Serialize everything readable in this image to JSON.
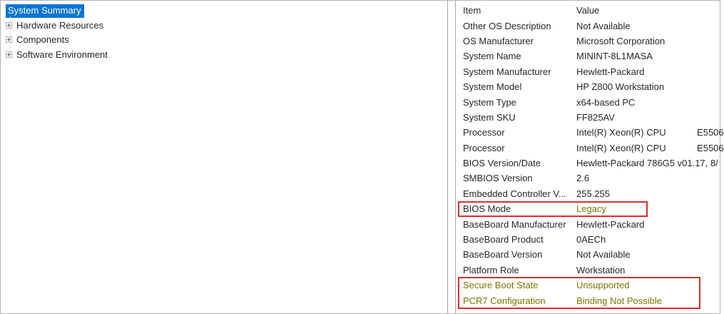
{
  "colors": {
    "selection_blue": "#0b74d4",
    "highlight_olive": "#7d7400",
    "annotation_red": "#d0342c",
    "pane_border_gray": "#a8a8a8"
  },
  "tree": {
    "selected_item": "System Summary",
    "items": [
      {
        "label": "Hardware Resources",
        "expand_icon": "plus-expand-icon"
      },
      {
        "label": "Components",
        "expand_icon": "plus-expand-icon"
      },
      {
        "label": "Software Environment",
        "expand_icon": "plus-expand-icon"
      }
    ]
  },
  "list": {
    "columns": [
      "Item",
      "Value"
    ],
    "rows": [
      {
        "item": "Other OS Description",
        "value": "Not Available"
      },
      {
        "item": "OS Manufacturer",
        "value": "Microsoft Corporation"
      },
      {
        "item": "System Name",
        "value": "MININT-8L1MASA"
      },
      {
        "item": "System Manufacturer",
        "value": "Hewlett-Packard"
      },
      {
        "item": "System Model",
        "value": "HP Z800 Workstation"
      },
      {
        "item": "System Type",
        "value": "x64-based PC"
      },
      {
        "item": "System SKU",
        "value": "FF825AV"
      },
      {
        "item": "Processor",
        "value": "Intel(R) Xeon(R) CPU            E5506"
      },
      {
        "item": "Processor",
        "value": "Intel(R) Xeon(R) CPU            E5506"
      },
      {
        "item": "BIOS Version/Date",
        "value": "Hewlett-Packard 786G5 v01.17, 8/"
      },
      {
        "item": "SMBIOS Version",
        "value": "2.6"
      },
      {
        "item": "Embedded Controller V...",
        "value": "255.255"
      },
      {
        "item": "BIOS Mode",
        "value": "Legacy",
        "value_highlighted": true,
        "annotated": true
      },
      {
        "item": "BaseBoard Manufacturer",
        "value": "Hewlett-Packard"
      },
      {
        "item": "BaseBoard Product",
        "value": "0AECh"
      },
      {
        "item": "BaseBoard Version",
        "value": "Not Available"
      },
      {
        "item": "Platform Role",
        "value": "Workstation"
      },
      {
        "item": "Secure Boot State",
        "value": "Unsupported",
        "highlighted": true,
        "annotated": true
      },
      {
        "item": "PCR7 Configuration",
        "value": "Binding Not Possible",
        "highlighted": true,
        "annotated": true
      }
    ]
  }
}
